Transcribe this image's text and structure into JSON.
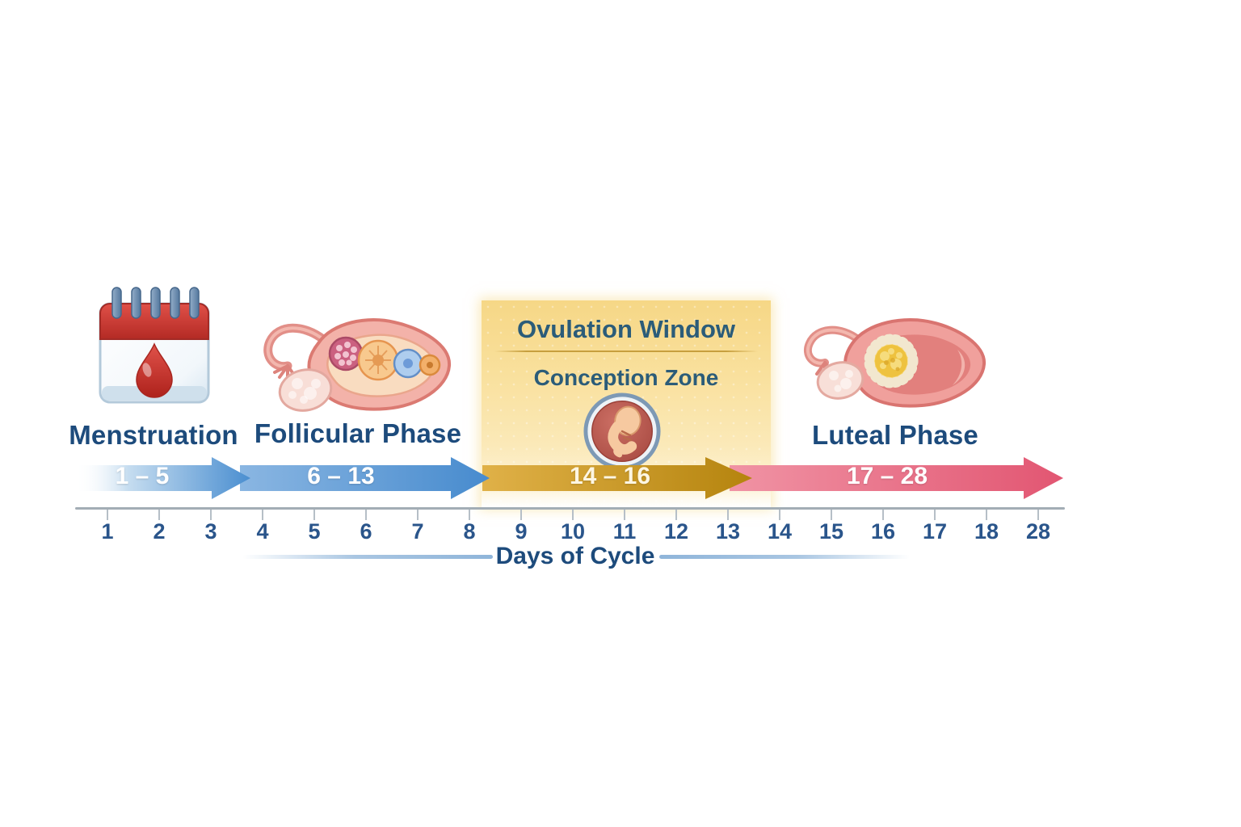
{
  "diagram_title": "Menstrual cycle phases timeline",
  "phases": [
    {
      "name": "Menstruation",
      "day_range": "1 – 5",
      "icon": "calendar-blood-drop-icon"
    },
    {
      "name": "Follicular Phase",
      "day_range": "6 – 13",
      "icon": "ovary-follicles-icon"
    },
    {
      "name": "Ovulation Window",
      "subtitle": "Conception Zone",
      "day_range": "14 – 16",
      "icon": "embryo-icon"
    },
    {
      "name": "Luteal Phase",
      "day_range": "17 – 28",
      "icon": "ovary-corpus-luteum-icon"
    }
  ],
  "axis": {
    "label": "Days of Cycle",
    "days": [
      "1",
      "2",
      "3",
      "4",
      "5",
      "6",
      "7",
      "8",
      "9",
      "10",
      "11",
      "12",
      "13",
      "14",
      "15",
      "16",
      "17",
      "18",
      "28"
    ]
  },
  "colors": {
    "phase_label_blue": "#1d4b7c",
    "ovulation_text_teal": "#2b5c79",
    "arrow_blue": "#4a8ed0",
    "arrow_gold": "#bf8a12",
    "arrow_pink": "#e5607a",
    "highlight_yellow": "#f6d786",
    "axis_number_blue": "#2a558b",
    "calendar_red": "#c93832",
    "blood_drop_red": "#c42b24"
  }
}
